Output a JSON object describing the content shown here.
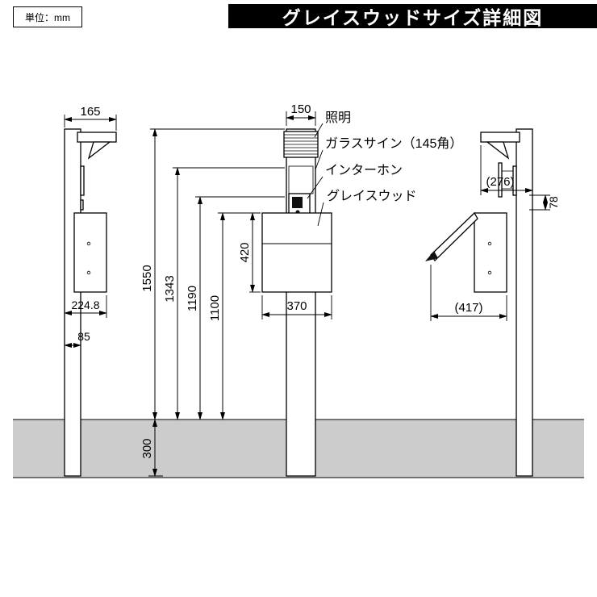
{
  "header": {
    "unit_label": "単位：mm",
    "title": "グレイスウッドサイズ詳細図"
  },
  "left": {
    "dim_light_depth": "165",
    "dim_box_depth": "224.8",
    "dim_post_depth": "85"
  },
  "front": {
    "dim_width": "150",
    "dim_h1": "1550",
    "dim_h2": "1343",
    "dim_h3": "1190",
    "dim_h4": "1100",
    "dim_box_height": "420",
    "dim_box_width": "370",
    "dim_embed_depth": "300",
    "label_light": "照明",
    "label_glass_sign": "ガラスサイン（145角）",
    "label_intercom": "インターホン",
    "label_product": "グレイスウッド"
  },
  "right": {
    "dim_depth_ref": "(276)",
    "dim_bracket": "78",
    "dim_open_ref": "(417)"
  },
  "colors": {
    "ground": "#cccccc",
    "header_bar": "#000000"
  }
}
